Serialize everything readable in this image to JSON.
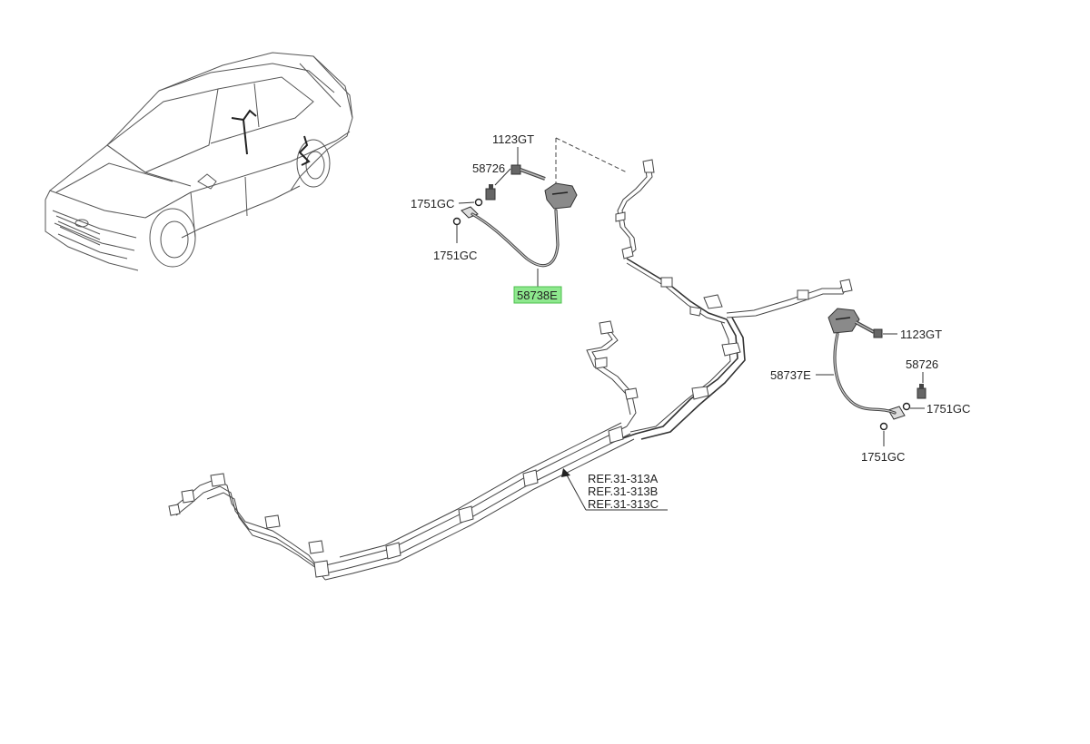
{
  "callouts": {
    "bolt_left": "1123GT",
    "bleed_left": "58726",
    "washer_left_upper": "1751GC",
    "washer_left_lower": "1751GC",
    "hose_left": "58738E",
    "bolt_right": "1123GT",
    "hose_right": "58737E",
    "bleed_right": "58726",
    "washer_right_upper": "1751GC",
    "washer_right_lower": "1751GC",
    "ref_a": "REF.31-313A",
    "ref_b": "REF.31-313B",
    "ref_c": "REF.31-313C"
  },
  "colors": {
    "highlight": "#8ee88e",
    "highlight_border": "#4cbf4c",
    "line": "#444444"
  }
}
